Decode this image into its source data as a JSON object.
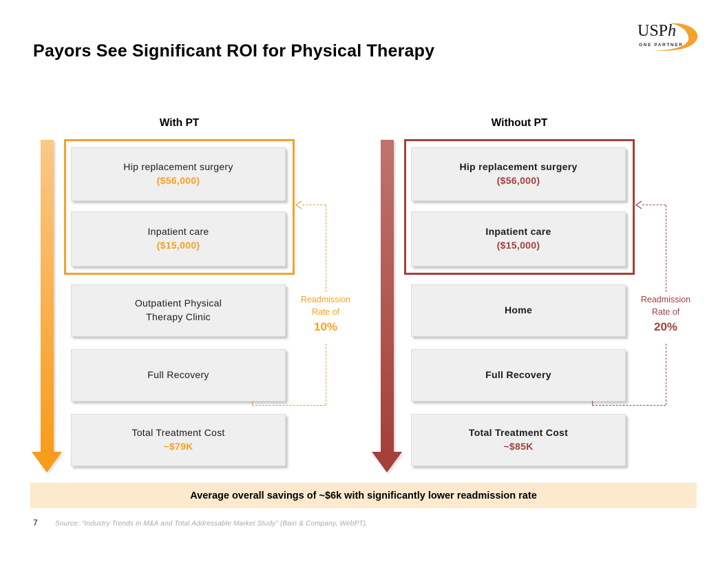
{
  "header": {
    "title": "Payors See Significant ROI for Physical Therapy",
    "logo": {
      "name": "USP",
      "name_italic": "h",
      "tagline": "ONE PARTNER",
      "swoosh_color": "#F5A12B"
    }
  },
  "columns": [
    {
      "label": "With PT",
      "accent": "#F5A12B",
      "boxes": [
        {
          "title": "Hip replacement surgery",
          "value": "($56,000)"
        },
        {
          "title": "Inpatient care",
          "value": "($15,000)"
        },
        {
          "title": "Outpatient Physical",
          "title2": "Therapy Clinic"
        },
        {
          "title": "Full Recovery"
        },
        {
          "title": "Total Treatment Cost",
          "value": "~$79K"
        }
      ],
      "readmission": {
        "line1": "Readmission",
        "line2": "Rate of",
        "rate": "10%"
      }
    },
    {
      "label": "Without PT",
      "accent": "#A4403C",
      "boxes": [
        {
          "title": "Hip replacement surgery",
          "value": "($56,000)"
        },
        {
          "title": "Inpatient care",
          "value": "($15,000)"
        },
        {
          "title": "Home"
        },
        {
          "title": "Full Recovery"
        },
        {
          "title": "Total Treatment Cost",
          "value": "~$85K"
        }
      ],
      "readmission": {
        "line1": "Readmission",
        "line2": "Rate of",
        "rate": "20%"
      }
    }
  ],
  "banner": {
    "text": "Average overall savings of ~$6k with significantly lower readmission rate",
    "background": "#FCE9CE"
  },
  "footer": {
    "page_number": "7",
    "source": "Source: “Industry Trends in M&A and Total Addressable Market Study” (Bain & Company, WebPT)."
  }
}
